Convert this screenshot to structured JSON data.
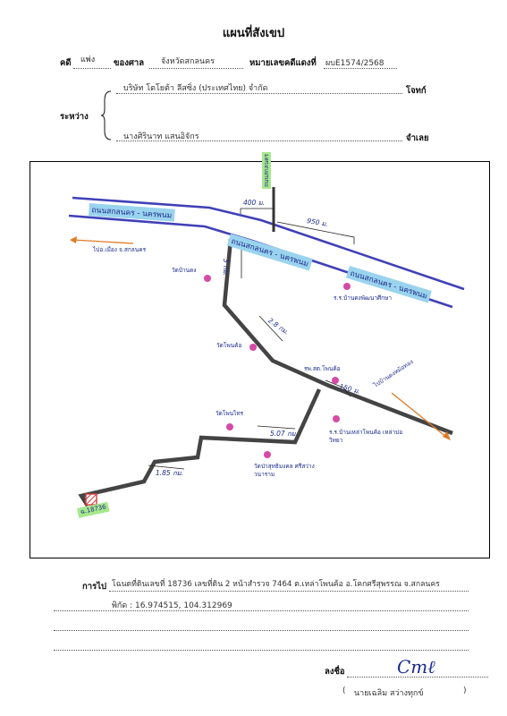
{
  "doc": {
    "title": "แผนที่สังเขป",
    "case_label": "คดี",
    "case_type": "แพ่ง",
    "court_label": "ของศาล",
    "court_name": "จังหวัดสกลนคร",
    "black_case_label": "หมายเลขคดีแดงที่",
    "black_case_no": "ผบE1574/2568",
    "between_label": "ระหว่าง",
    "plaintiff_name": "บริษัท โตโยต้า ลีสซิ่ง (ประเทศไทย) จำกัด",
    "plaintiff_role": "โจทก์",
    "defendant_name": "นางศิรินาท แสนอิจักร",
    "defendant_role": "จำเลย"
  },
  "map": {
    "road_h22_left": "ถนนสกลนคร - นครพนม",
    "road_h22_mid": "ถนนสกลนคร - นครพนม",
    "road_h22_right": "ถนนสกลนคร - นครพนม",
    "side_road_label": "ถนนสกลนคร",
    "dist_a": "400 ม.",
    "dist_b": "950 ม.",
    "dist_c": "3 กม.",
    "dist_d": "2.8 กม.",
    "dist_e": "150 ม.",
    "dist_f": "5.07 กม.",
    "dist_g": "1.85 กม.",
    "dir_left": "ไปอ.เมือง จ.สกลนคร",
    "dir_right": "ไปบ้านดงหม้อทอง",
    "lm_wat_ban_dong": "วัดบ้านดง",
    "lm_school_top": "ร.ร.บ้านดงพัฒนาศึกษา",
    "lm_wat_phon_kho": "วัดโพนค้อ",
    "lm_rpst": "รพ.สต.โพนค้อ",
    "lm_wat_phon_sai": "วัดโพนไทร",
    "lm_school_bottom": "ร.ร.บ้านเหล่าโพนค้อ เหล่าบ่อ วิทยา",
    "lm_wat_bottom": "วัดป่าสุทธิมงคล ศรีสว่างวนาราม",
    "parcel_label": "ฉ.18736",
    "colors": {
      "road": "#4040b8",
      "road_fill": "#9ad3ee",
      "pink": "#d64aa6",
      "orange": "#e07a26",
      "ink": "#1a2a8c",
      "parcel_fill": "#a6e88c"
    }
  },
  "footer": {
    "goto_label": "การไป",
    "goto_text": "โฉนดที่ดินเลขที่ 18736 เลขที่ดิน 2 หน้าสำรวจ 7464 ต.เหล่าโพนค้อ อ.โคกศรีสุพรรณ จ.สกลนคร",
    "coords_text": "พิกัด : 16.974515, 104.312969",
    "sign_label": "ลงชื่อ",
    "signer_name": "นายเฉลิม สว่างทุกข์",
    "open_paren": "(",
    "close_paren": ")"
  }
}
